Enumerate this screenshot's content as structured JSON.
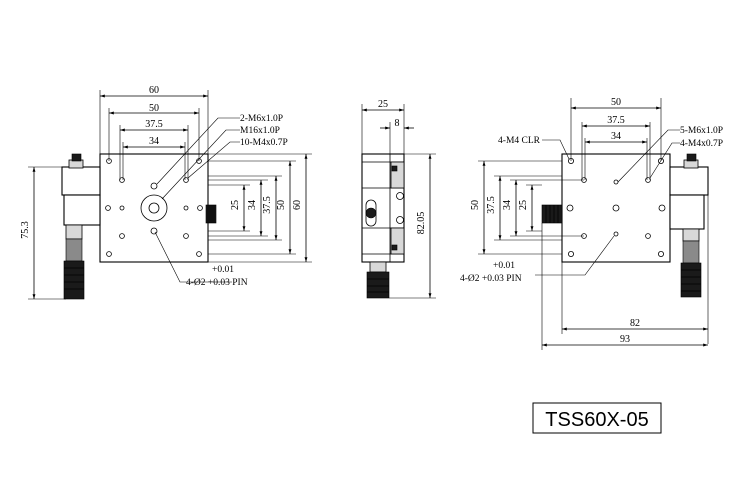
{
  "title": "TSS60X-05",
  "views": {
    "front": {
      "dims": {
        "w60": "60",
        "w50": "50",
        "w37_5": "37.5",
        "w34": "34",
        "h25": "25",
        "h34": "34",
        "h37_5": "37.5",
        "h50": "50",
        "h60": "60",
        "h75_3": "75.3"
      },
      "notes": {
        "n1": "2-M6x1.0P",
        "n2": "M16x1.0P",
        "n3": "10-M4x0.7P",
        "tol": "+0.01",
        "pin": "4-Ø2 +0.03 PIN"
      }
    },
    "side": {
      "dims": {
        "w25": "25",
        "w8": "8",
        "h82_05": "82.05"
      }
    },
    "back": {
      "dims": {
        "w50": "50",
        "w37_5": "37.5",
        "w34": "34",
        "h50": "50",
        "h37_5": "37.5",
        "h34": "34",
        "h25": "25",
        "w82": "82",
        "w93": "93"
      },
      "notes": {
        "clr": "4-M4 CLR",
        "n1": "5-M6x1.0P",
        "n2": "4-M4x0.7P",
        "tol": "+0.01",
        "pin": "4-Ø2 +0.03 PIN"
      }
    }
  }
}
